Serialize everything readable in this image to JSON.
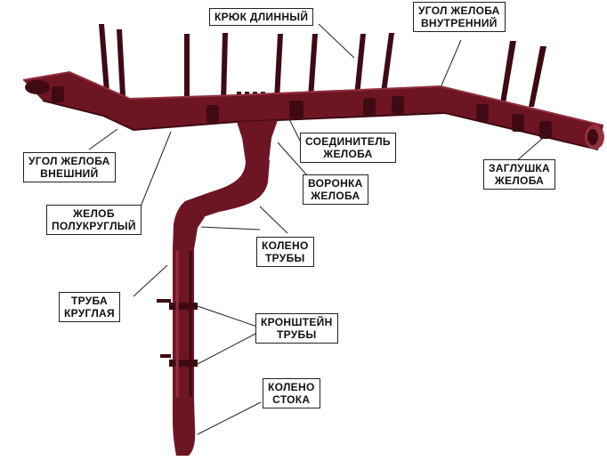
{
  "colors": {
    "gutter": "#6e1524",
    "gutter_dark": "#3f0a13",
    "gutter_light": "#92303f",
    "label_border": "#222222",
    "leader_line": "#222222"
  },
  "labels": {
    "hook_long": [
      "КРЮК ДЛИННЫЙ"
    ],
    "corner_inner": [
      "УГОЛ ЖЕЛОБА",
      "ВНУТРЕННИЙ"
    ],
    "connector": [
      "СОЕДИНИТЕЛЬ",
      "ЖЕЛОБА"
    ],
    "corner_outer": [
      "УГОЛ ЖЕЛОБА",
      "ВНЕШНИЙ"
    ],
    "end_cap": [
      "ЗАГЛУШКА",
      "ЖЕЛОБА"
    ],
    "funnel": [
      "ВОРОНКА",
      "ЖЕЛОБА"
    ],
    "gutter_half_round": [
      "ЖЕЛОБ",
      "ПОЛУКРУГЛЫЙ"
    ],
    "pipe_elbow": [
      "КОЛЕНО",
      "ТРУБЫ"
    ],
    "pipe_round": [
      "ТРУБА",
      "КРУГЛАЯ"
    ],
    "pipe_bracket": [
      "КРОНШТЕЙН",
      "ТРУБЫ"
    ],
    "drain_elbow": [
      "КОЛЕНО",
      "СТОКА"
    ]
  }
}
